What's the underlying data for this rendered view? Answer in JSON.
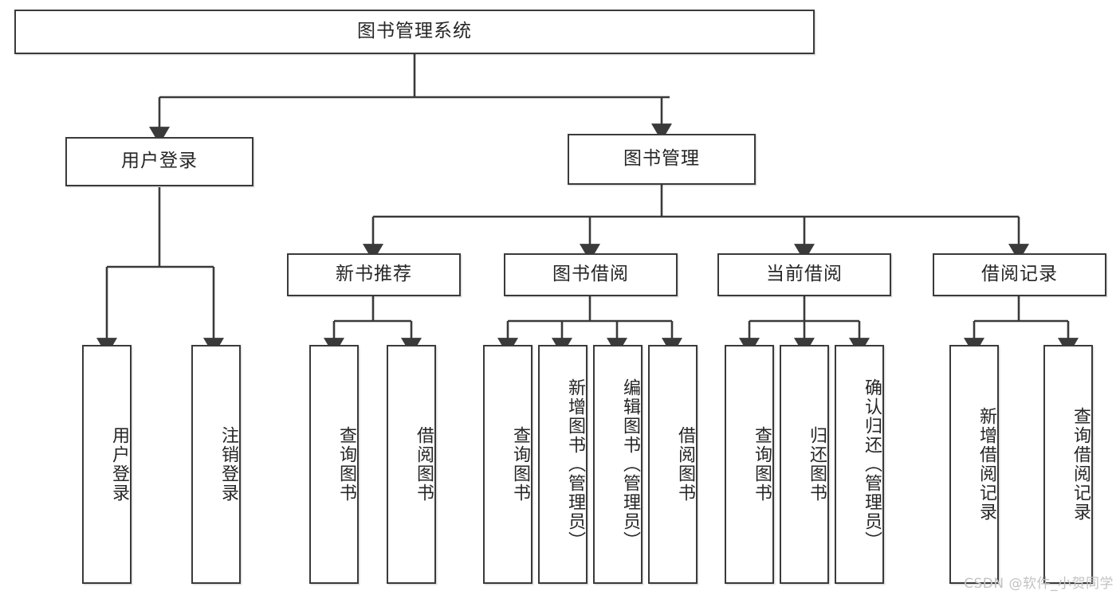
{
  "diagram": {
    "type": "tree",
    "title": "图书管理系统",
    "root": {
      "label": "图书管理系统"
    },
    "level2": [
      {
        "label": "用户登录"
      },
      {
        "label": "图书管理"
      }
    ],
    "level3": [
      {
        "label": "新书推荐"
      },
      {
        "label": "图书借阅"
      },
      {
        "label": "当前借阅"
      },
      {
        "label": "借阅记录"
      }
    ],
    "leaves": {
      "user_login": [
        {
          "label": "用户登录"
        },
        {
          "label": "注销登录"
        }
      ],
      "new_book": [
        {
          "label": "查询图书"
        },
        {
          "label": "借阅图书"
        }
      ],
      "book_borrow": [
        {
          "label": "查询图书"
        },
        {
          "label": "新增图书（管理员）"
        },
        {
          "label": "编辑图书（管理员）"
        },
        {
          "label": "借阅图书"
        }
      ],
      "current_borrow": [
        {
          "label": "查询图书"
        },
        {
          "label": "归还图书"
        },
        {
          "label": "确认归还（管理员）"
        }
      ],
      "borrow_record": [
        {
          "label": "新增借阅记录"
        },
        {
          "label": "查询借阅记录"
        }
      ]
    }
  },
  "watermark": {
    "text": "CSDN @软件_小贺同学"
  },
  "colors": {
    "box_border": "#3a3a3a",
    "box_fill": "#ffffff",
    "text": "#262626",
    "connector": "#3a3a3a",
    "watermark": "#c2c2c2",
    "background": "#ffffff"
  }
}
